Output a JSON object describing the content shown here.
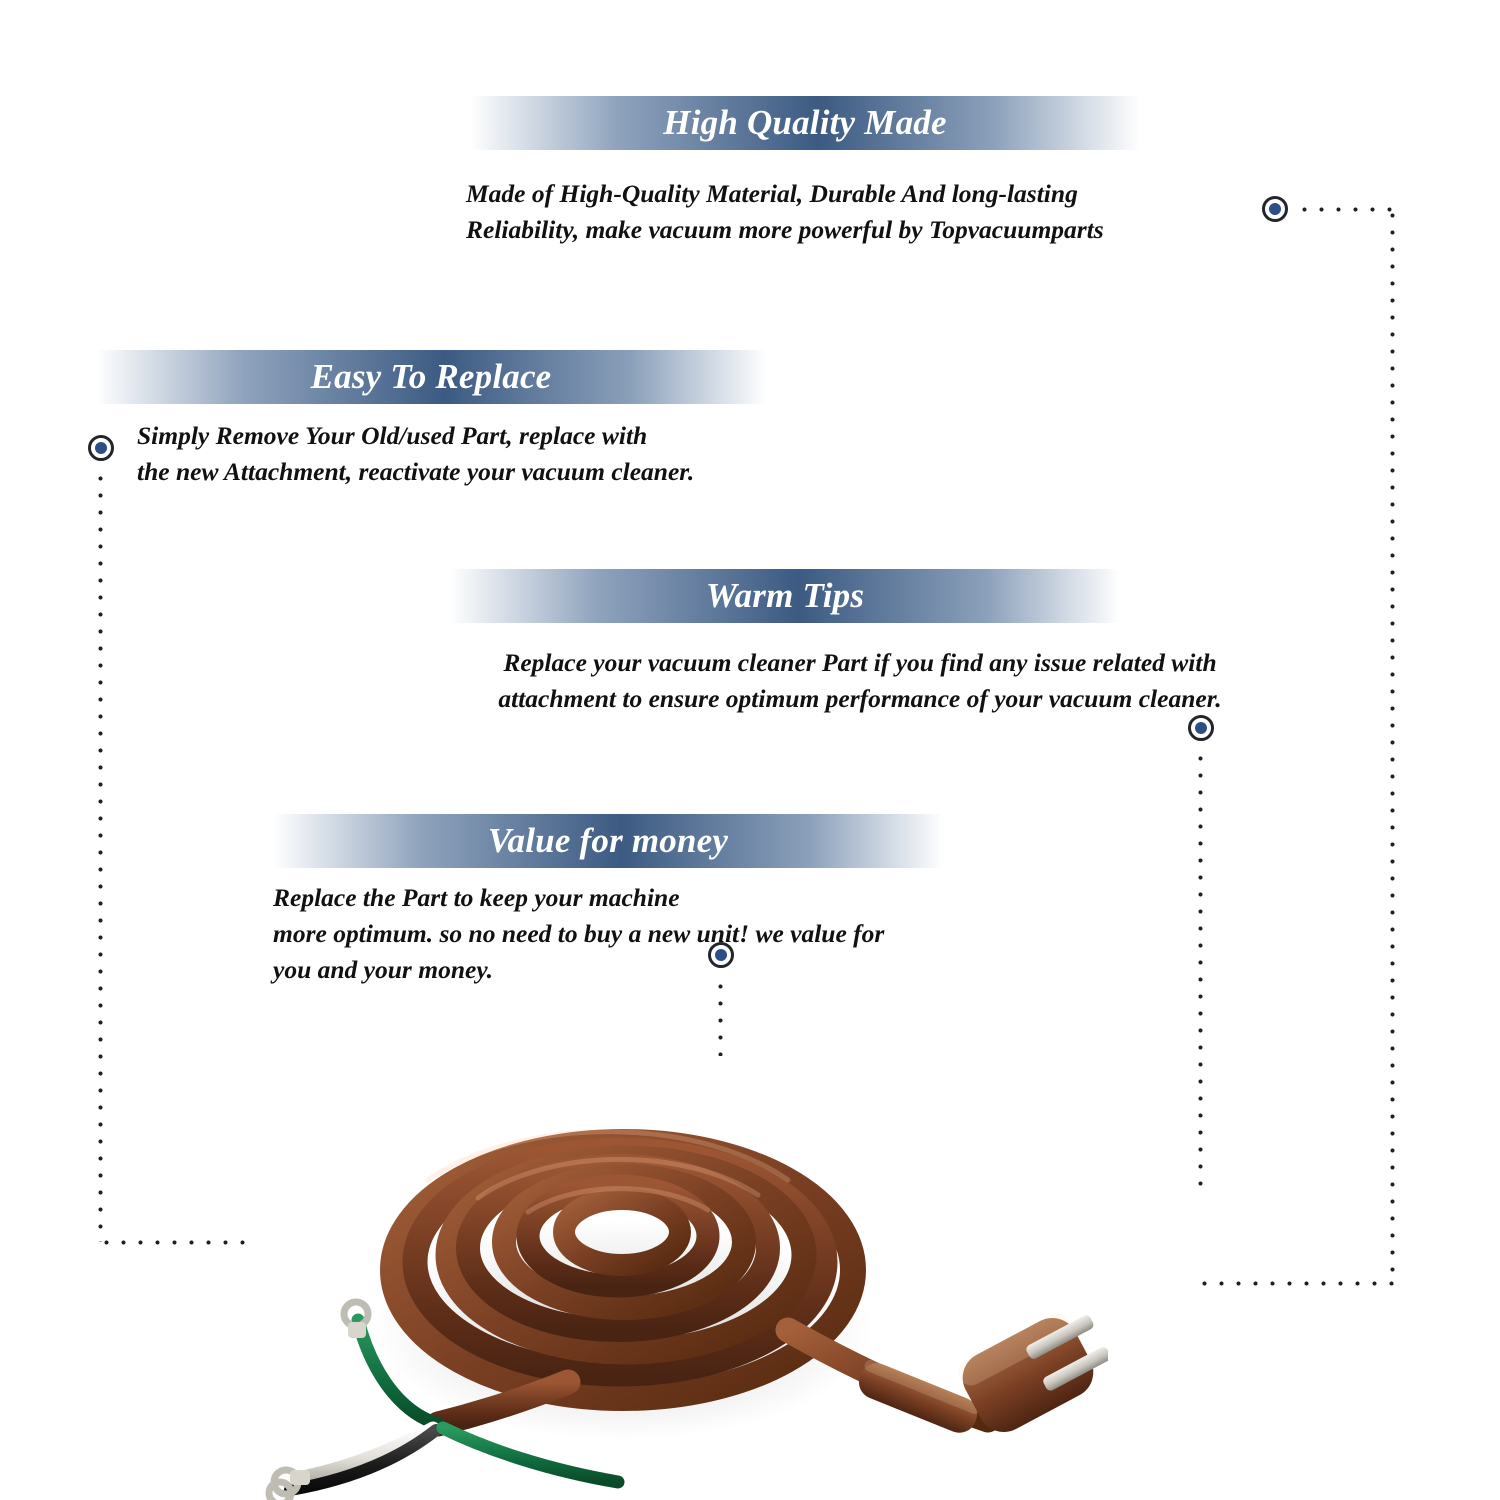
{
  "page": {
    "background_color": "#ffffff",
    "accent_color": "#3c5a82",
    "node_dot_color": "#2c4f86"
  },
  "features": [
    {
      "id": "high-quality-made",
      "heading": "High Quality Made",
      "body": "Made of  High-Quality Material, Durable And long-lasting\nReliability, make vacuum more powerful by Topvacuumparts"
    },
    {
      "id": "easy-to-replace",
      "heading": "Easy To Replace",
      "body": "Simply Remove Your Old/used Part, replace with\nthe new Attachment, reactivate your vacuum cleaner."
    },
    {
      "id": "warm-tips",
      "heading": "Warm Tips",
      "body": "Replace your vacuum cleaner Part if you find any issue related with\nattachment to ensure optimum performance of your vacuum cleaner."
    },
    {
      "id": "value-for-money",
      "heading": "Value for money",
      "body": "Replace the Part to keep your machine\nmore optimum. so no need to buy a new unit! we value for\nyou and your money."
    }
  ],
  "product_image": {
    "name": "vacuum-cleaner-power-cord",
    "alt": "Coiled brown vacuum cleaner power cord with two-prong plug and green, white and black bare lead wires",
    "cord_color": "#7b4024",
    "lead_colors": {
      "green": "#0f6b3d",
      "white": "#e8e6e1",
      "black": "#1a1a1a"
    }
  }
}
